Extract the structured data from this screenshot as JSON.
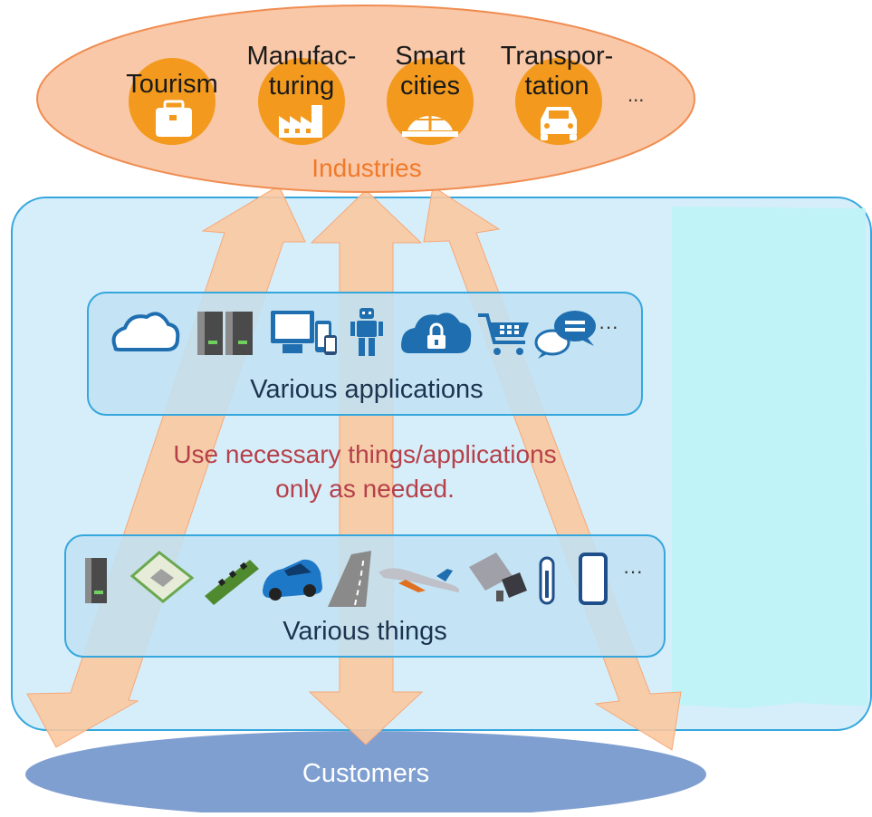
{
  "industries": {
    "label": "Industries",
    "items": [
      {
        "line1": "",
        "line2": "Tourism",
        "icon": "suitcase-icon"
      },
      {
        "line1": "Manufac-",
        "line2": "turing",
        "icon": "factory-icon"
      },
      {
        "line1": "Smart",
        "line2": "cities",
        "icon": "dome-icon"
      },
      {
        "line1": "Transpor-",
        "line2": "tation",
        "icon": "car-icon"
      }
    ],
    "more": "..."
  },
  "applications": {
    "label": "Various applications",
    "icons": [
      "cloud-icon",
      "server-icon",
      "devices-icon",
      "robot-icon",
      "cloud-lock-icon",
      "cart-icon",
      "chat-icon"
    ],
    "more": "···"
  },
  "note": {
    "line1": "Use necessary things/applications",
    "line2": "only as needed."
  },
  "things": {
    "label": "Various things",
    "icons": [
      "server-tower-icon",
      "chip-icon",
      "memory-icon",
      "car-icon",
      "road-icon",
      "airplane-icon",
      "camera-icon",
      "thermometer-icon",
      "smartphone-icon"
    ],
    "more": "···"
  },
  "customers": {
    "label": "Customers"
  },
  "colors": {
    "industries_fill": "#f9c8a8",
    "industry_circle": "#f39a1e",
    "arrow_fill": "#fbc8a0",
    "panel_fill": "#d6eefa",
    "panel_stroke": "#35a7dd",
    "box_fill": "#c2e1f3",
    "customers_fill": "#7f9fd1",
    "icon_dark": "#1f5f9a"
  }
}
